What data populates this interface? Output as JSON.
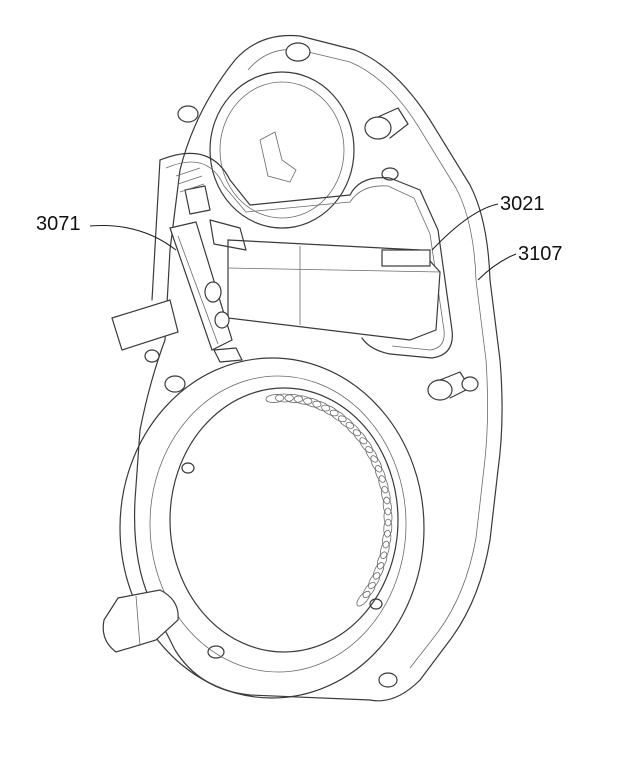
{
  "labels": {
    "ref_3071": "3071",
    "ref_3021": "3021",
    "ref_3107": "3107"
  }
}
